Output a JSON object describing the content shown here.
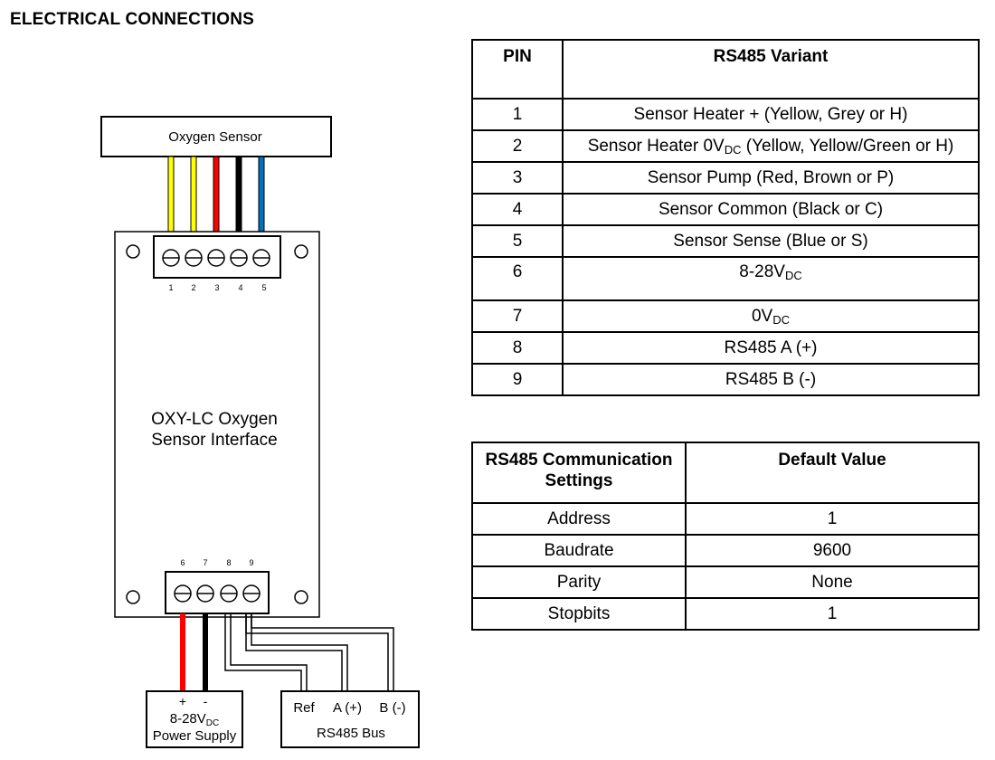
{
  "page": {
    "title": "ELECTRICAL CONNECTIONS"
  },
  "diagram": {
    "sensor_label": "Oxygen Sensor",
    "interface_label_line1": "OXY-LC Oxygen",
    "interface_label_line2": "Sensor Interface",
    "top_terminal_numbers": [
      "1",
      "2",
      "3",
      "4",
      "5"
    ],
    "bottom_terminal_numbers": [
      "6",
      "7",
      "8",
      "9"
    ],
    "power_box": {
      "plus": "+",
      "minus": "-",
      "voltage": "8-28V",
      "voltage_sub": "DC",
      "label": "Power Supply"
    },
    "bus_box": {
      "ref": "Ref",
      "a": "A (+)",
      "b": "B (-)",
      "label": "RS485 Bus"
    },
    "wire_colors": {
      "yellow": "#ffff00",
      "red": "#ff0000",
      "black": "#000000",
      "blue": "#0070c0"
    }
  },
  "pin_table": {
    "headers": [
      "PIN",
      "RS485 Variant"
    ],
    "rows": [
      {
        "pin": "1",
        "main": "Sensor Heater + (Yellow, Grey or H)",
        "sub": "",
        "tail": ""
      },
      {
        "pin": "2",
        "main": "Sensor Heater 0V",
        "sub": "DC",
        "tail": " (Yellow, Yellow/Green or H)"
      },
      {
        "pin": "3",
        "main": "Sensor Pump (Red, Brown or P)",
        "sub": "",
        "tail": ""
      },
      {
        "pin": "4",
        "main": "Sensor Common (Black or C)",
        "sub": "",
        "tail": ""
      },
      {
        "pin": "5",
        "main": "Sensor Sense (Blue or S)",
        "sub": "",
        "tail": ""
      },
      {
        "pin": "6",
        "main": "8-28V",
        "sub": "DC",
        "tail": ""
      },
      {
        "pin": "7",
        "main": "0V",
        "sub": "DC",
        "tail": ""
      },
      {
        "pin": "8",
        "main": "RS485 A (+)",
        "sub": "",
        "tail": ""
      },
      {
        "pin": "9",
        "main": "RS485 B (-)",
        "sub": "",
        "tail": ""
      }
    ]
  },
  "comm_table": {
    "header_setting_line1": "RS485 Communication",
    "header_setting_line2": "Settings",
    "header_default": "Default Value",
    "rows": [
      {
        "setting": "Address",
        "value": "1"
      },
      {
        "setting": "Baudrate",
        "value": "9600"
      },
      {
        "setting": "Parity",
        "value": "None"
      },
      {
        "setting": "Stopbits",
        "value": "1"
      }
    ]
  }
}
